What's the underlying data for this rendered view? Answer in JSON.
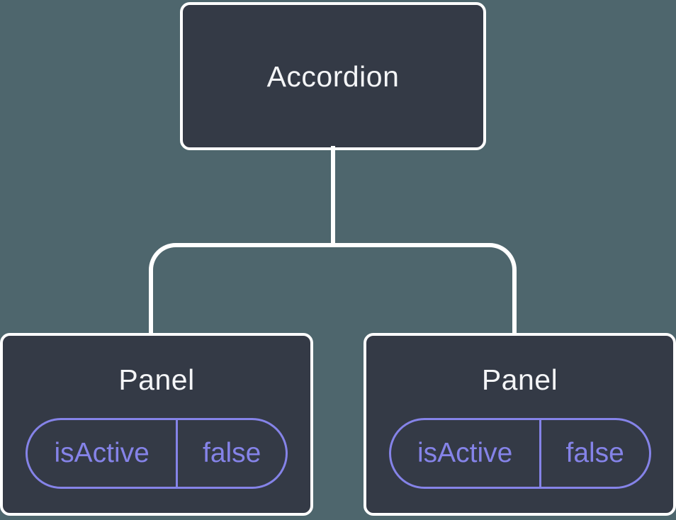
{
  "diagram": {
    "type": "component-tree",
    "colors": {
      "background": "#4E666D",
      "node_fill": "#343A46",
      "node_border": "#FFFFFF",
      "connector": "#FFFFFF",
      "node_text": "#F4F5F7",
      "state_accent": "#8583E8"
    },
    "root": {
      "label": "Accordion"
    },
    "children": [
      {
        "label": "Panel",
        "state": {
          "name": "isActive",
          "value": "false"
        }
      },
      {
        "label": "Panel",
        "state": {
          "name": "isActive",
          "value": "false"
        }
      }
    ]
  }
}
